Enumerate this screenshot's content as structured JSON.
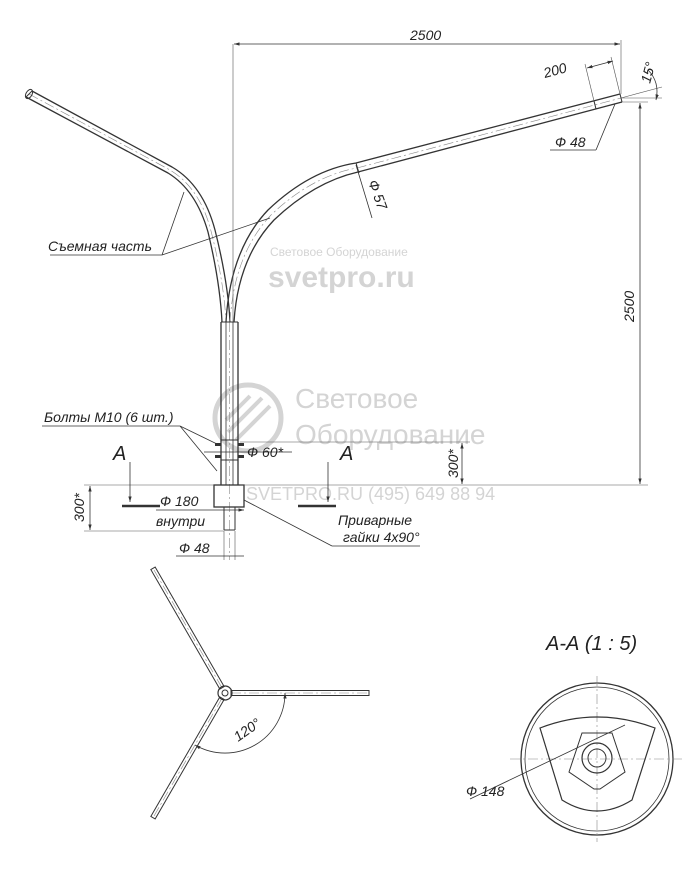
{
  "dimensions": {
    "arm_length": "2500",
    "height": "2500",
    "tip_length": "200",
    "tip_angle": "15°",
    "tip_diameter": "Ф 48",
    "arm_diameter": "Ф 57",
    "pole_diameter": "Ф 60*",
    "base_height": "300*",
    "base_height_right": "300*",
    "base_diameter": "Ф 180",
    "base_inner": "внутри",
    "bottom_diameter": "Ф 48",
    "plan_angle": "120°",
    "section_diameter": "Ф 148"
  },
  "labels": {
    "removable_part": "Съемная часть",
    "bolts": "Болты М10 (6 шт.)",
    "weld_nuts_line1": "Приварные",
    "weld_nuts_line2": "гайки 4х90°",
    "section_mark_left": "А",
    "section_mark_right": "А",
    "section_title": "А-А (1 : 5)"
  },
  "watermark": {
    "small": "Световое Оборудование",
    "site": "svetpro.ru",
    "big_line1": "Световое",
    "big_line2": "Оборудование",
    "phone": "SVETPRO.RU  (495) 649 88 94"
  },
  "colors": {
    "line": "#333333",
    "watermark": "#d4d4d4"
  }
}
